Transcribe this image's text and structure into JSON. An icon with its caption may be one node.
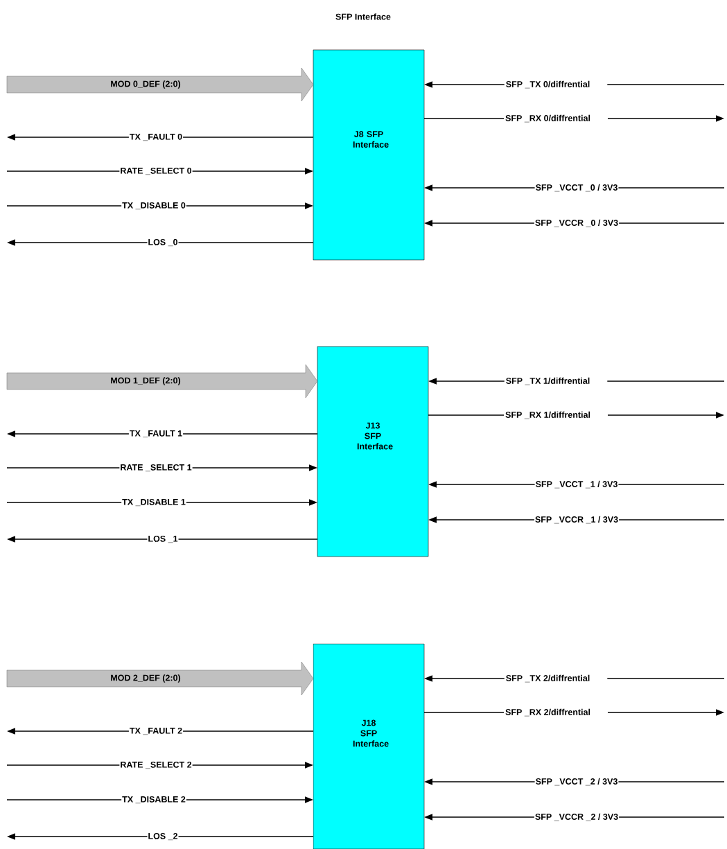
{
  "diagram": {
    "title": "SFP Interface",
    "nodes": [
      {
        "text": [
          "J8 SFP Interface"
        ]
      },
      {
        "text": [
          "J13 SFP Interface"
        ]
      },
      {
        "text": [
          "J18 SFP Interface"
        ]
      }
    ],
    "edges": [
      {
        "from": null,
        "to": 0,
        "arrow": "to",
        "label": "MOD 0_DEF (2:0)",
        "style": "thick",
        "color": "#c0c0c0"
      },
      {
        "from": 0,
        "to": null,
        "arrow": "to",
        "label": "TX _FAULT 0"
      },
      {
        "from": null,
        "to": 0,
        "arrow": "to",
        "label": "RATE _SELECT 0"
      },
      {
        "from": null,
        "to": 0,
        "arrow": "to",
        "label": "TX _DISABLE 0"
      },
      {
        "from": 0,
        "to": null,
        "arrow": "to",
        "label": "LOS _0"
      },
      {
        "from": null,
        "to": 0,
        "arrow": "to",
        "label": "SFP _TX 0/diffrential"
      },
      {
        "from": 0,
        "to": null,
        "arrow": "to",
        "label": "SFP _RX 0/diffrential"
      },
      {
        "from": null,
        "to": 0,
        "arrow": "to",
        "label": "SFP _VCCT _0 / 3V3"
      },
      {
        "from": null,
        "to": 0,
        "arrow": "to",
        "label": "SFP _VCCR _0 / 3V3"
      },
      {
        "from": null,
        "to": 1,
        "arrow": "to",
        "label": "MOD 1_DEF (2:0)",
        "style": "thick",
        "color": "#c0c0c0"
      },
      {
        "from": 1,
        "to": null,
        "arrow": "to",
        "label": "TX _FAULT 1"
      },
      {
        "from": null,
        "to": 1,
        "arrow": "to",
        "label": "RATE _SELECT 1"
      },
      {
        "from": null,
        "to": 1,
        "arrow": "to",
        "label": "TX _DISABLE 1"
      },
      {
        "from": 1,
        "to": null,
        "arrow": "to",
        "label": "LOS _1"
      },
      {
        "from": null,
        "to": 1,
        "arrow": "to",
        "label": "SFP _TX 1/diffrential"
      },
      {
        "from": 1,
        "to": null,
        "arrow": "to",
        "label": "SFP _RX 1/diffrential"
      },
      {
        "from": null,
        "to": 1,
        "arrow": "to",
        "label": "SFP _VCCT _1 / 3V3"
      },
      {
        "from": null,
        "to": 1,
        "arrow": "to",
        "label": "SFP _VCCR _1 / 3V3"
      },
      {
        "from": null,
        "to": 2,
        "arrow": "to",
        "label": "MOD 2_DEF (2:0)",
        "style": "thick",
        "color": "#c0c0c0"
      },
      {
        "from": 2,
        "to": null,
        "arrow": "to",
        "label": "TX _FAULT 2"
      },
      {
        "from": null,
        "to": 2,
        "arrow": "to",
        "label": "RATE _SELECT 2"
      },
      {
        "from": null,
        "to": 2,
        "arrow": "to",
        "label": "TX _DISABLE 2"
      },
      {
        "from": 2,
        "to": null,
        "arrow": "to",
        "label": "LOS _2"
      },
      {
        "from": null,
        "to": 2,
        "arrow": "to",
        "label": "SFP _TX 2/diffrential"
      },
      {
        "from": 2,
        "to": null,
        "arrow": "to",
        "label": "SFP _RX 2/diffrential"
      },
      {
        "from": null,
        "to": 2,
        "arrow": "to",
        "label": "SFP _VCCT _2 / 3V3"
      },
      {
        "from": null,
        "to": 2,
        "arrow": "to",
        "label": "SFP _VCCR _2 / 3V3"
      }
    ]
  }
}
